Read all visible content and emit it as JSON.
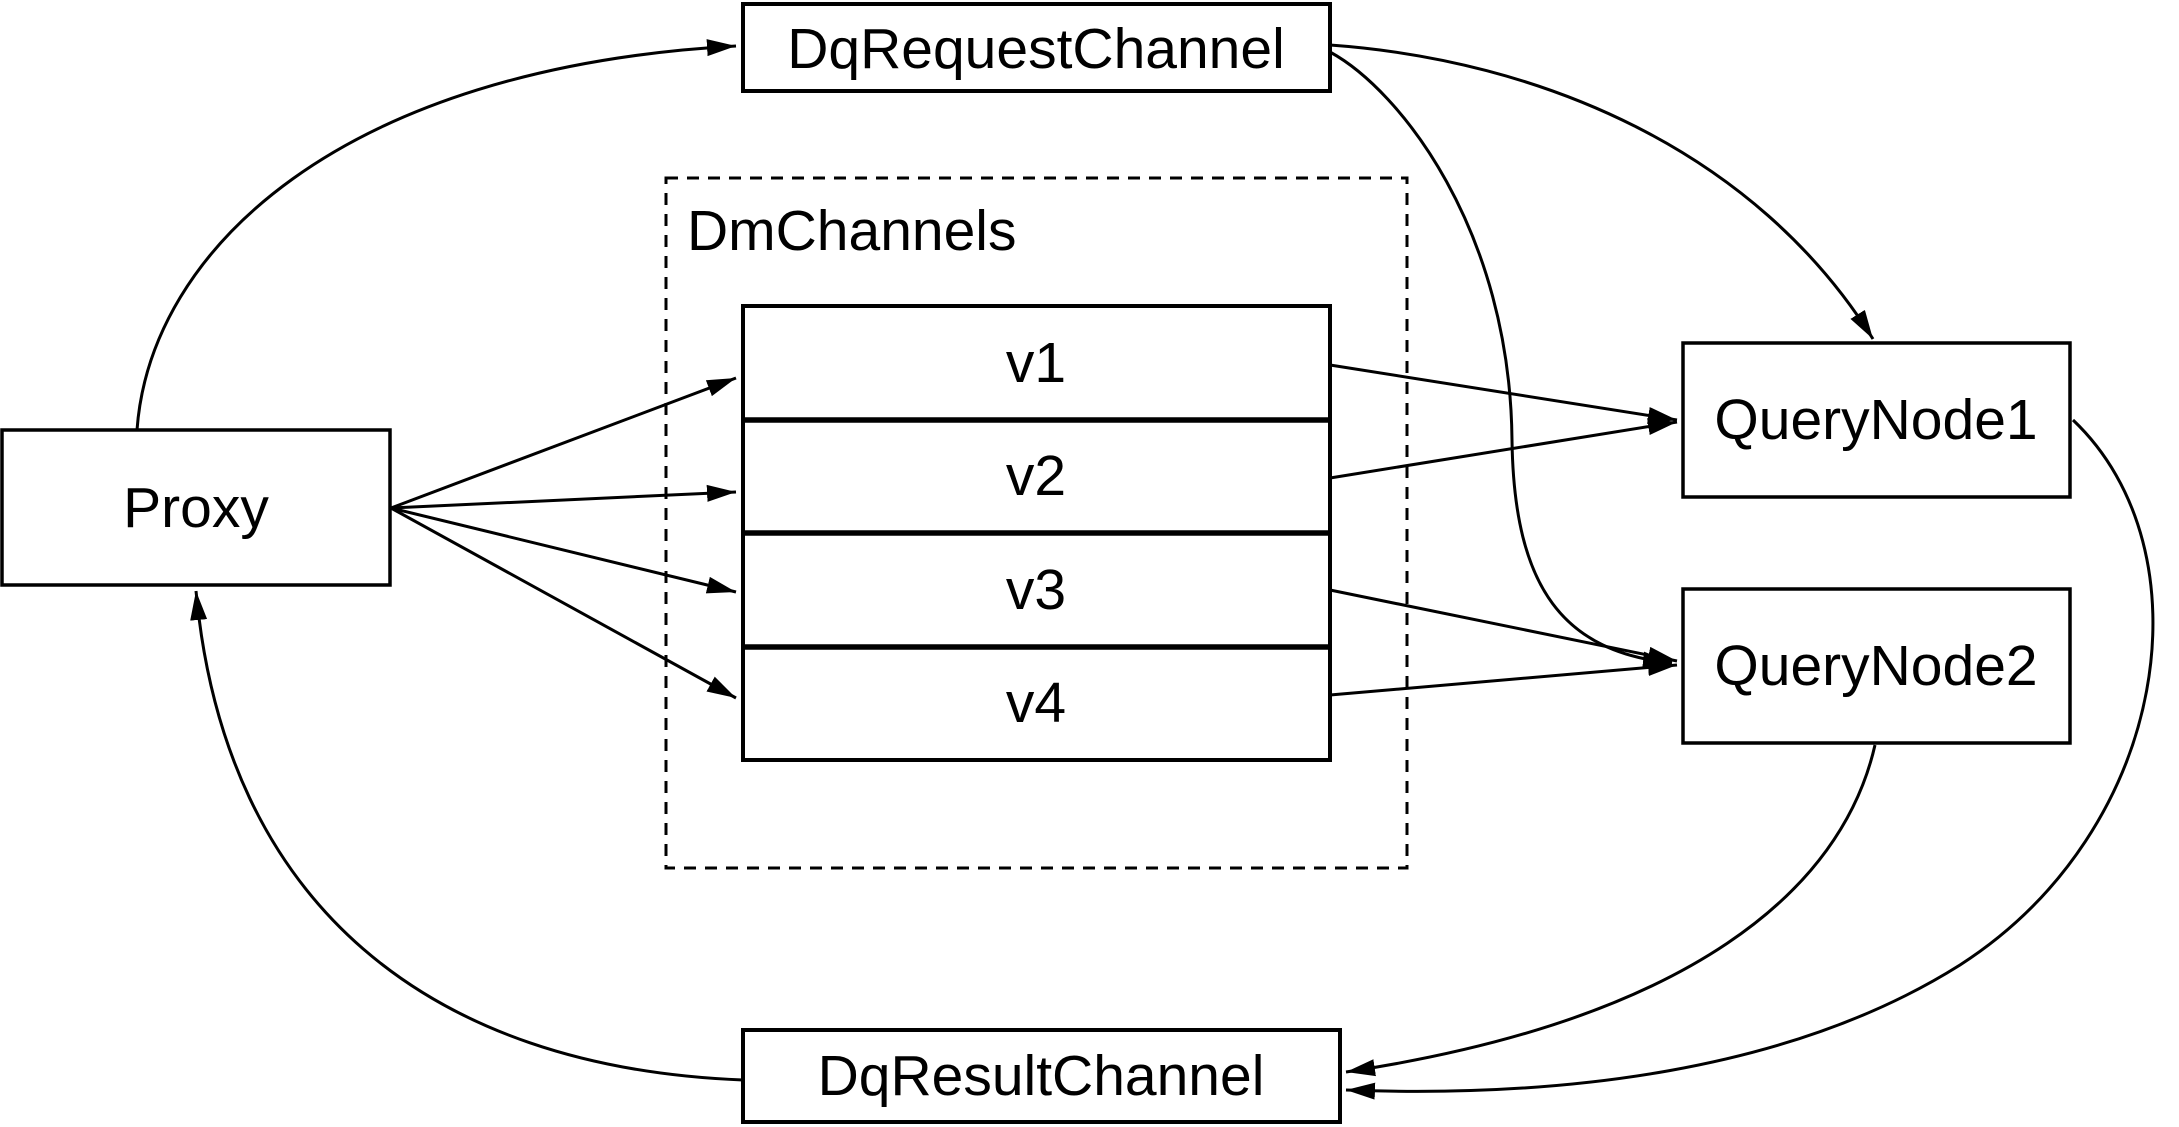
{
  "diagram": {
    "type": "architecture-flow-diagram",
    "colors": {
      "ink": "#000000",
      "background": "#ffffff"
    },
    "nodes": {
      "proxy": {
        "label": "Proxy"
      },
      "dq_request_channel": {
        "label": "DqRequestChannel"
      },
      "dm_channels": {
        "label": "DmChannels",
        "channels": [
          {
            "label": "v1"
          },
          {
            "label": "v2"
          },
          {
            "label": "v3"
          },
          {
            "label": "v4"
          }
        ]
      },
      "query_node_1": {
        "label": "QueryNode1"
      },
      "query_node_2": {
        "label": "QueryNode2"
      },
      "dq_result_channel": {
        "label": "DqResultChannel"
      }
    },
    "edges": [
      {
        "from": "Proxy",
        "to": "DqRequestChannel"
      },
      {
        "from": "Proxy",
        "to": "v1"
      },
      {
        "from": "Proxy",
        "to": "v2"
      },
      {
        "from": "Proxy",
        "to": "v3"
      },
      {
        "from": "Proxy",
        "to": "v4"
      },
      {
        "from": "v1",
        "to": "QueryNode1"
      },
      {
        "from": "v2",
        "to": "QueryNode1"
      },
      {
        "from": "v3",
        "to": "QueryNode2"
      },
      {
        "from": "v4",
        "to": "QueryNode2"
      },
      {
        "from": "DqRequestChannel",
        "to": "QueryNode1"
      },
      {
        "from": "DqRequestChannel",
        "to": "QueryNode2"
      },
      {
        "from": "QueryNode1",
        "to": "DqResultChannel"
      },
      {
        "from": "QueryNode2",
        "to": "DqResultChannel"
      },
      {
        "from": "DqResultChannel",
        "to": "Proxy"
      }
    ]
  }
}
